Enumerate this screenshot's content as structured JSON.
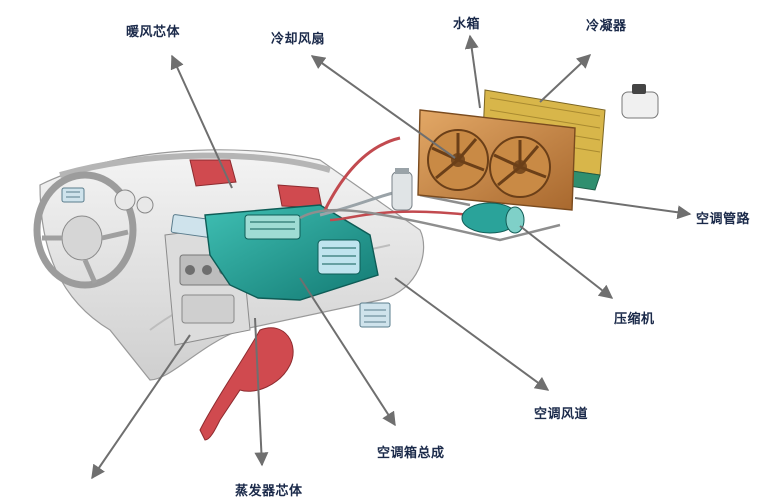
{
  "labels": {
    "heater_core": "暖风芯体",
    "cooling_fan": "冷却风扇",
    "radiator": "水箱",
    "condenser": "冷凝器",
    "ac_pipes": "空调管路",
    "compressor": "压缩机",
    "ac_duct": "空调风道",
    "ac_box": "空调箱总成",
    "evaporator_core": "蒸发器芯体"
  },
  "colors": {
    "arrow": "#6f6f6f",
    "hvac_module": "#1e9d93",
    "duct_vent": "#cfe3ec",
    "red_duct": "#d04a4f",
    "radiator_copper": "#c98a45",
    "condenser_gold": "#d8b64a",
    "condenser_green": "#2f8f6f",
    "label_text": "#1b2a4a"
  }
}
